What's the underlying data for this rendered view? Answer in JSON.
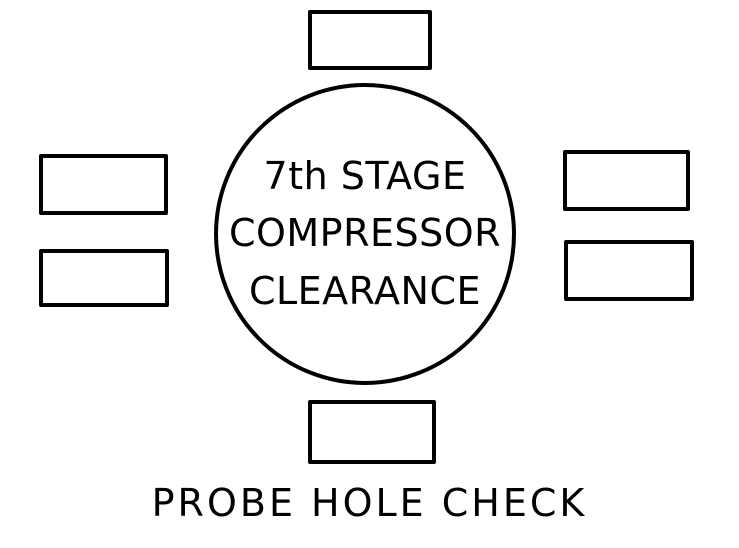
{
  "diagram": {
    "center_label": {
      "line1": "7th STAGE",
      "line2": "COMPRESSOR",
      "line3": "CLEARANCE"
    },
    "caption": "PROBE HOLE CHECK",
    "colors": {
      "line": "#000000",
      "background": "#ffffff"
    }
  }
}
